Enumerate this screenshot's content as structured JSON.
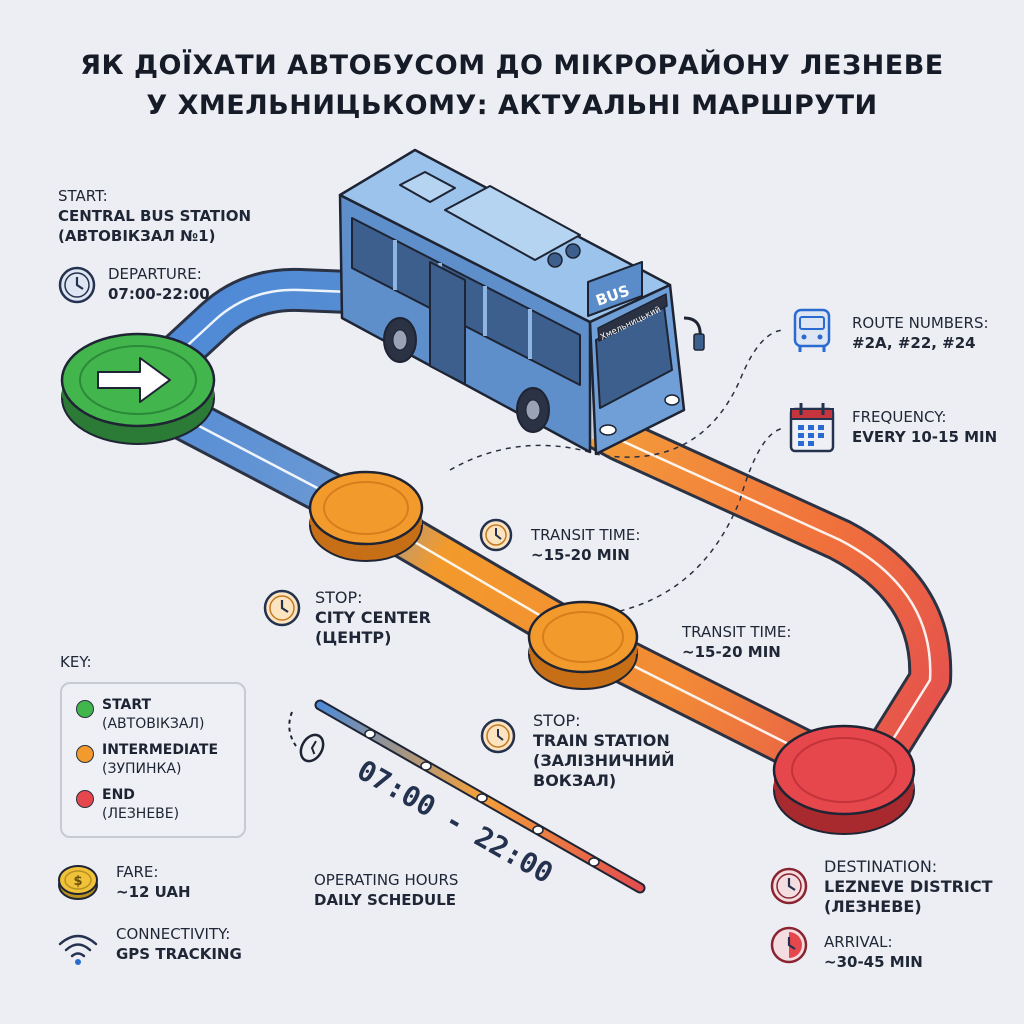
{
  "title": {
    "line1": "ЯК ДОЇХАТИ АВТОБУСОМ ДО МІКРОРАЙОНУ ЛЕЗНЕВЕ",
    "line2": "У ХМЕЛЬНИЦЬКОМУ: АКТУАЛЬНІ МАРШРУТИ"
  },
  "start": {
    "label": "START:",
    "name1": "CENTRAL BUS STATION",
    "name2": "(АВТОВІКЗАЛ №1)"
  },
  "departure": {
    "label": "DEPARTURE:",
    "value": "07:00-22:00"
  },
  "bus": {
    "roof_sign": "BUS",
    "front_sign": "Хмельницький"
  },
  "route_numbers": {
    "label": "ROUTE NUMBERS:",
    "value": "#2A, #22, #24"
  },
  "frequency": {
    "label": "FREQUENCY:",
    "value": "EVERY 10-15 MIN"
  },
  "transit1": {
    "label": "TRANSIT TIME:",
    "value": "~15-20 MIN"
  },
  "transit2": {
    "label": "TRANSIT TIME:",
    "value": "~15-20 MIN"
  },
  "stop1": {
    "label": "STOP:",
    "name1": "CITY CENTER",
    "name2": "(ЦЕНТР)"
  },
  "stop2": {
    "label": "STOP:",
    "name1": "TRAIN STATION",
    "name2": "(ЗАЛІЗНИЧНИЙ",
    "name3": "ВОКЗАЛ)"
  },
  "destination": {
    "label": "DESTINATION:",
    "name1": "LEZNEVE DISTRICT",
    "name2": "(ЛЕЗНЕВЕ)"
  },
  "arrival": {
    "label": "ARRIVAL:",
    "value": "~30-45 MIN"
  },
  "key": {
    "title": "KEY:",
    "items": [
      {
        "name": "START",
        "sub": "(АВТОВІКЗАЛ)",
        "color": "#43b54d"
      },
      {
        "name": "INTERMEDIATE",
        "sub": "(ЗУПИНКА)",
        "color": "#f39a2c"
      },
      {
        "name": "END",
        "sub": "(ЛЕЗНЕВЕ)",
        "color": "#e5474d"
      }
    ]
  },
  "timeline": {
    "hours": "07:00 - 22:00"
  },
  "operating": {
    "label": "OPERATING HOURS",
    "value": "DAILY SCHEDULE"
  },
  "fare": {
    "label": "FARE:",
    "value": "~12 UAH",
    "coin_symbol": "$"
  },
  "connectivity": {
    "label": "CONNECTIVITY:",
    "value": "GPS TRACKING"
  },
  "colors": {
    "start": "#43b54d",
    "intermediate": "#f39a2c",
    "end": "#e5474d",
    "road_blue": "#4f8ad6",
    "road_orange": "#f39a2c",
    "road_red": "#e34d4f",
    "bus_body": "#6f9fd6",
    "bus_dark": "#3d5f8e"
  }
}
